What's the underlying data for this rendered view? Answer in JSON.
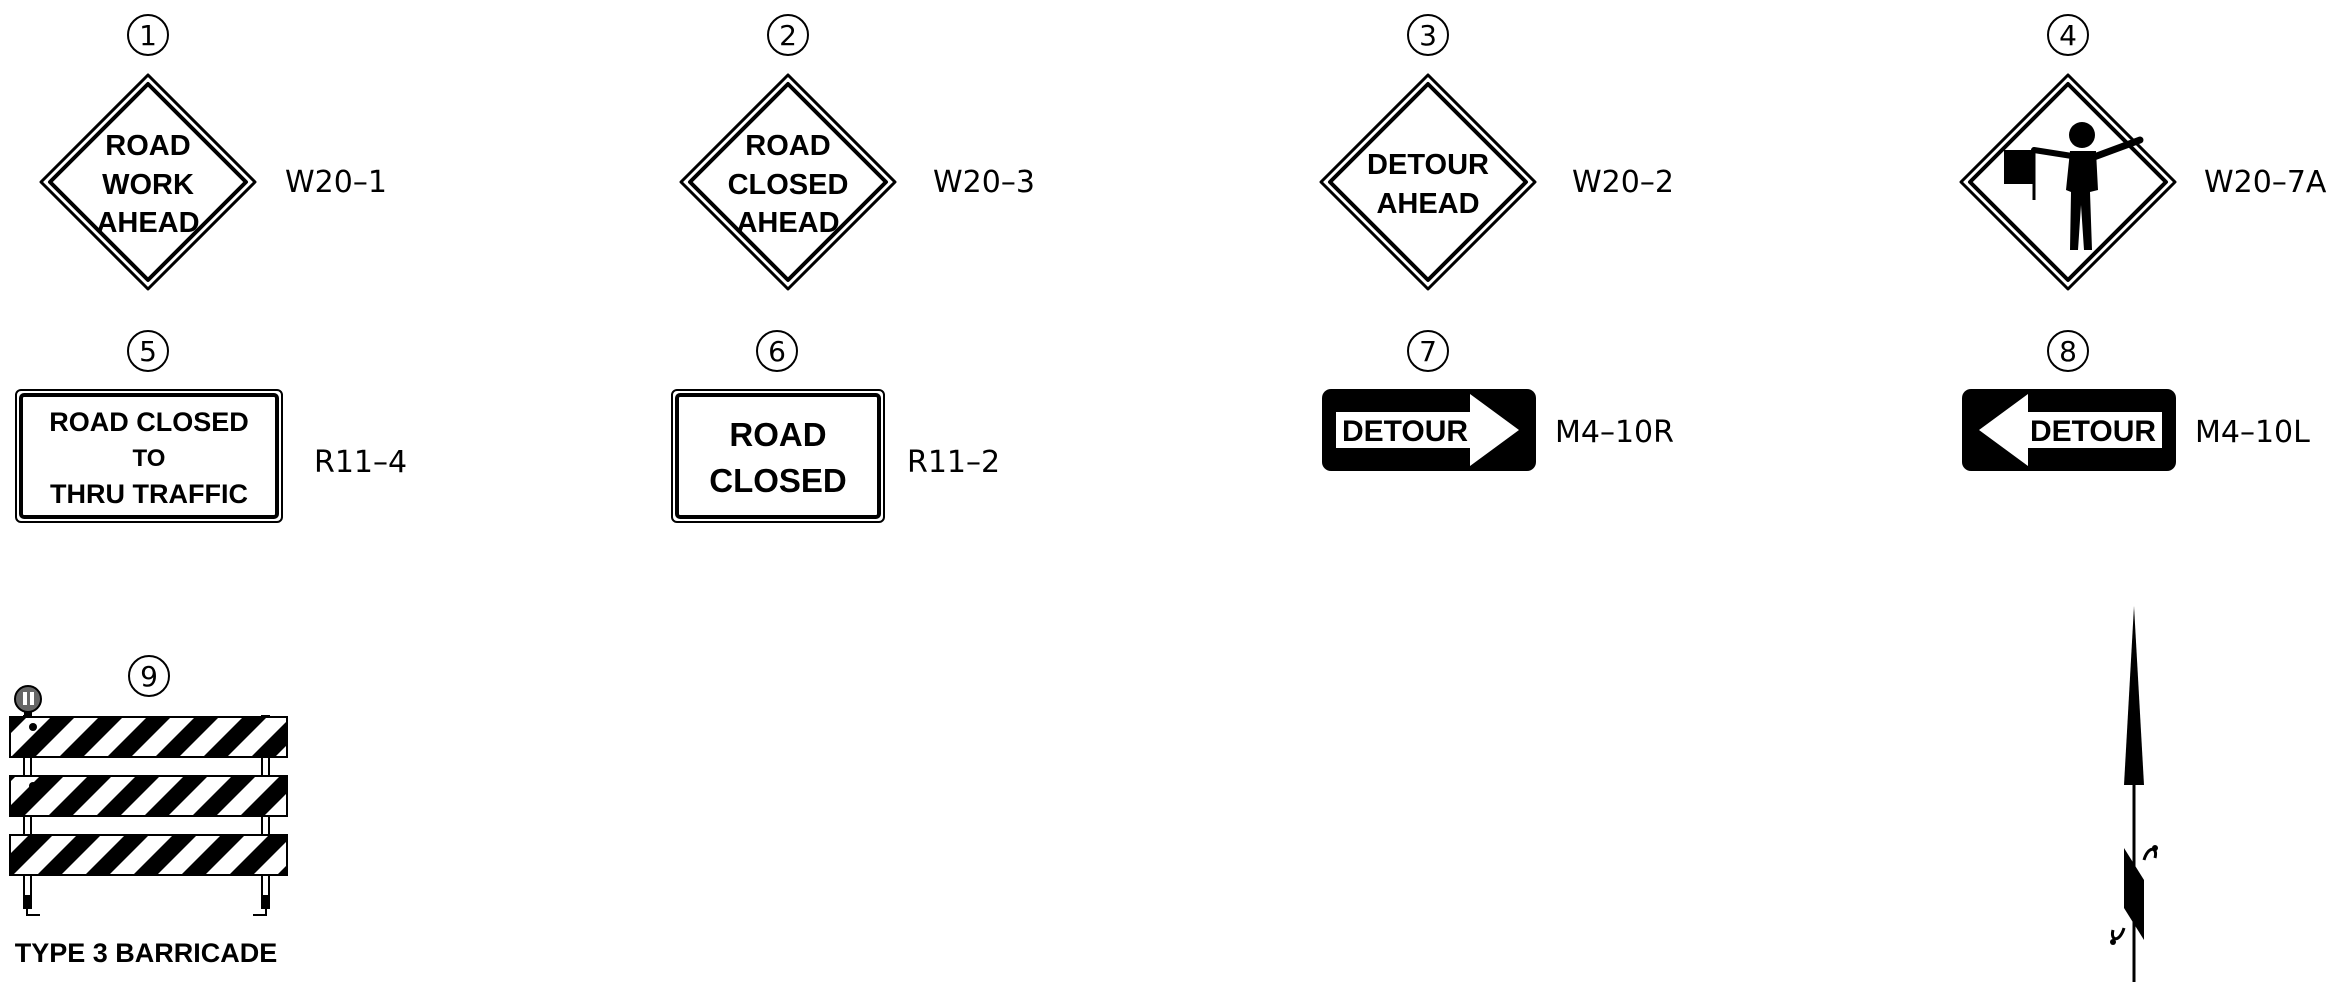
{
  "signs": [
    {
      "number": "1",
      "code": "W20–1",
      "lines": [
        "ROAD",
        "WORK",
        "AHEAD"
      ]
    },
    {
      "number": "2",
      "code": "W20–3",
      "lines": [
        "ROAD",
        "CLOSED",
        "AHEAD"
      ]
    },
    {
      "number": "3",
      "code": "W20–2",
      "lines": [
        "DETOUR",
        "AHEAD"
      ]
    },
    {
      "number": "4",
      "code": "W20–7A",
      "icon": "flagger-icon"
    },
    {
      "number": "5",
      "code": "R11–4",
      "lines": [
        "ROAD CLOSED",
        "TO",
        "THRU TRAFFIC"
      ]
    },
    {
      "number": "6",
      "code": "R11–2",
      "lines": [
        "ROAD",
        "CLOSED"
      ]
    },
    {
      "number": "7",
      "code": "M4–10R",
      "lines": [
        "DETOUR"
      ],
      "icon": "arrow-right-icon"
    },
    {
      "number": "8",
      "code": "M4–10L",
      "lines": [
        "DETOUR"
      ],
      "icon": "arrow-left-icon"
    },
    {
      "number": "9",
      "label": "TYPE 3 BARRICADE",
      "icon": "barricade-icon"
    }
  ],
  "north_arrow": {
    "icon": "north-arrow-icon"
  }
}
